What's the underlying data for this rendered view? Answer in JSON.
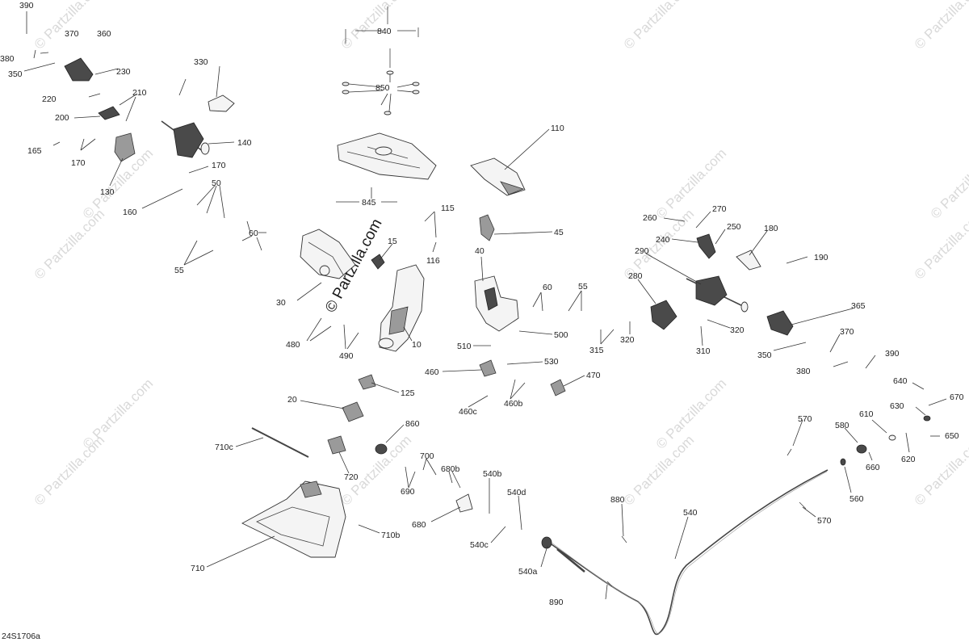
{
  "diagram_code": "24S1706a",
  "watermark_text": "© Partzilla.com",
  "callouts": {
    "c10": "10",
    "c15": "15",
    "c20": "20",
    "c30": "30",
    "c40": "40",
    "c45": "45",
    "c50": "50",
    "c55a": "55",
    "c55b": "55",
    "c60a": "60",
    "c60b": "60",
    "c110": "110",
    "c115": "115",
    "c116": "116",
    "c125": "125",
    "c130": "130",
    "c140": "140",
    "c160": "160",
    "c165": "165",
    "c170a": "170",
    "c170b": "170",
    "c180": "180",
    "c190": "190",
    "c200": "200",
    "c210": "210",
    "c220": "220",
    "c230": "230",
    "c240": "240",
    "c250": "250",
    "c260": "260",
    "c270": "270",
    "c280": "280",
    "c290": "290",
    "c310": "310",
    "c315": "315",
    "c320a": "320",
    "c320b": "320",
    "c330": "330",
    "c350a": "350",
    "c350b": "350",
    "c360": "360",
    "c365": "365",
    "c370a": "370",
    "c370b": "370",
    "c380a": "380",
    "c380b": "380",
    "c390a": "390",
    "c390b": "390",
    "c460": "460",
    "c460b": "460b",
    "c460c": "460c",
    "c470": "470",
    "c480": "480",
    "c490": "490",
    "c500": "500",
    "c510": "510",
    "c530": "530",
    "c540": "540",
    "c540a": "540a",
    "c540b": "540b",
    "c540c": "540c",
    "c540d": "540d",
    "c560": "560",
    "c570a": "570",
    "c570b": "570",
    "c580": "580",
    "c610": "610",
    "c620": "620",
    "c630": "630",
    "c640": "640",
    "c650": "650",
    "c660": "660",
    "c670": "670",
    "c680": "680",
    "c680b": "680b",
    "c690": "690",
    "c700": "700",
    "c710": "710",
    "c710b": "710b",
    "c710c": "710c",
    "c720": "720",
    "c840": "840",
    "c845": "845",
    "c850": "850",
    "c860": "860",
    "c880": "880",
    "c890": "890"
  }
}
